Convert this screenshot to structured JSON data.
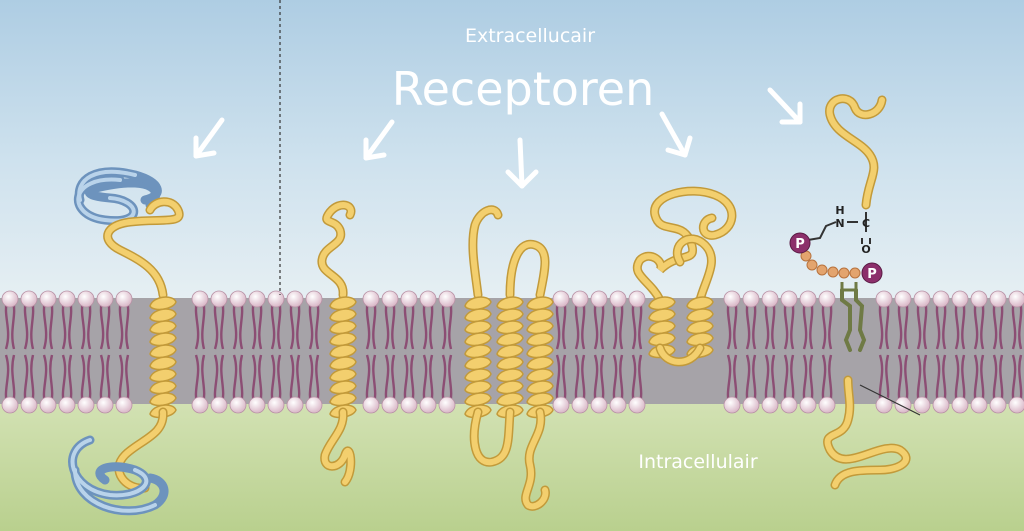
{
  "labels": {
    "extracellular": "Extracellucair",
    "title": "Receptoren",
    "intracellular": "Intracellulair",
    "phospho_left": "P",
    "phospho_right": "P",
    "amide_h": "H",
    "amide_n": "N",
    "amide_c": "C",
    "amide_o": "O"
  },
  "colors": {
    "extracellular_top": "#b9d6e9",
    "extracellular_bottom": "#e3eef4",
    "intracellular": "#c8dba8",
    "membrane_core": "#a9a0a8",
    "lipid_head": "#f1dde6",
    "lipid_tail": "#8c4e74",
    "protein": "#f3cf6e",
    "protein_edge": "#c29a3a",
    "blue_domain": "#8fb1d4",
    "phospho": "#8c2f6b",
    "anchor": "#7f8b55"
  },
  "receptors": [
    {
      "name": "multi-pass-receptor-with-domains"
    },
    {
      "name": "single-pass-receptor"
    },
    {
      "name": "triple-helix-receptor"
    },
    {
      "name": "partial-membrane-receptor"
    },
    {
      "name": "gpi-anchored-receptor"
    }
  ]
}
